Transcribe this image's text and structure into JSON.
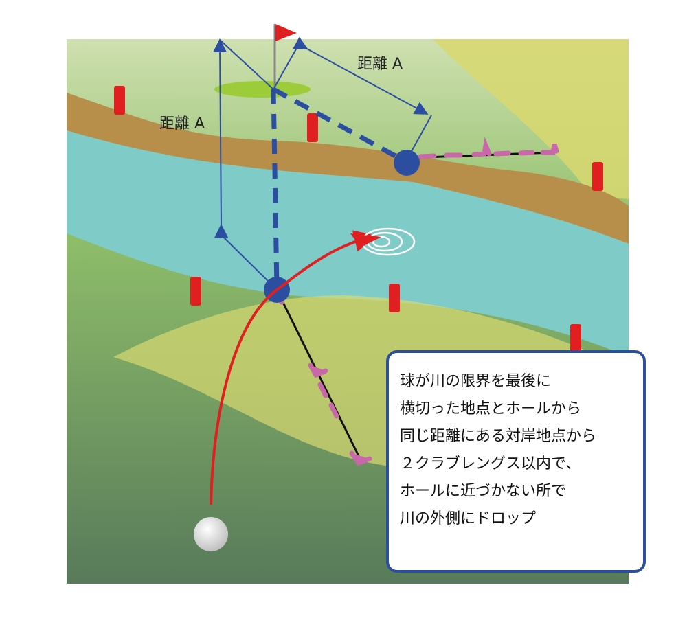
{
  "labels": {
    "distance_left": "距離 A",
    "distance_right": "距離 A"
  },
  "callout": {
    "lines": [
      "球が川の限界を最後に",
      "横切った地点とホールから",
      "同じ距離にある対岸地点から",
      " ２クラブレングス以内で、",
      "ホールに近づかない所で",
      "川の外側にドロップ"
    ]
  },
  "colors": {
    "river": "#7fcbc8",
    "bank": "#b88f4a",
    "fairway": "#d8d870",
    "line_blue": "#2b4ea0",
    "ball_path": "#e02020",
    "club": "#c868a8",
    "stake": "#e02020"
  }
}
